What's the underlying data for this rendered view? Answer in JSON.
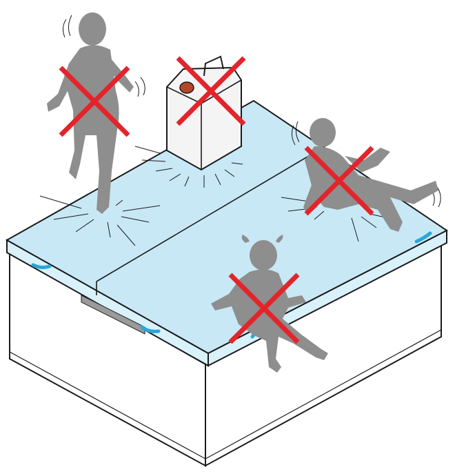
{
  "colors": {
    "cover_top": "#c8e8f6",
    "cover_edge": "#d9f1fb",
    "cover_stroke": "#1a1a1a",
    "cabinet": "#ffffff",
    "silhouette": "#8e8e8e",
    "cross": "#e3242b",
    "clip": "#2aa7d8",
    "cap": "#b4472a",
    "hinge": "#9a9a9a"
  },
  "icons": {
    "cover": "hot-tub-cover-icon",
    "prohibited": "cross-icon",
    "person_standing": "child-standing-icon",
    "person_sitting": "child-sitting-icon",
    "person_lying": "child-reclining-icon",
    "canister": "canister-icon"
  },
  "prohibitions": [
    {
      "id": "standing-child",
      "subject": "child-standing-icon"
    },
    {
      "id": "canister",
      "subject": "canister-icon"
    },
    {
      "id": "reclining-child",
      "subject": "child-reclining-icon"
    },
    {
      "id": "sitting-child",
      "subject": "child-sitting-icon"
    }
  ]
}
